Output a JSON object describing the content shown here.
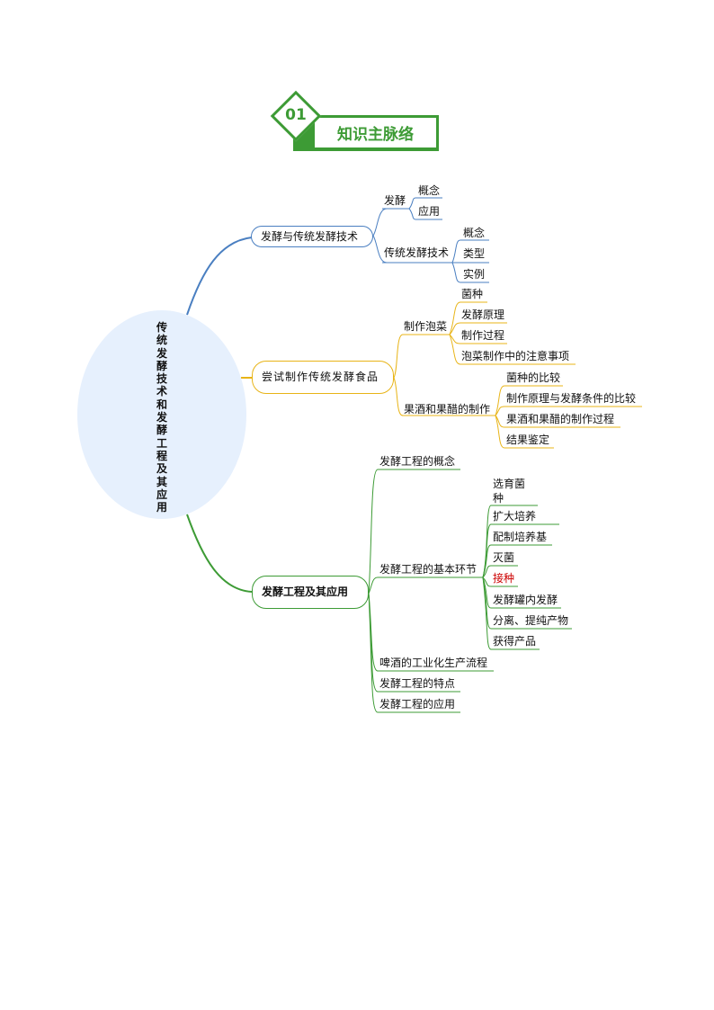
{
  "header": {
    "number": "01",
    "title": "知识主脉络"
  },
  "root": {
    "label": "传统发酵技术和发酵工程及其应用"
  },
  "branch1": {
    "label": "发酵与传统发酵技术",
    "fajiao": {
      "label": "发酵",
      "items": [
        "概念",
        "应用"
      ]
    },
    "chuantong": {
      "label": "传统发酵技术",
      "items": [
        "概念",
        "类型",
        "实例"
      ]
    }
  },
  "branch2": {
    "label": "尝试制作传统发酵食品",
    "paocai": {
      "label": "制作泡菜",
      "items": [
        "菌种",
        "发酵原理",
        "制作过程",
        "泡菜制作中的注意事项"
      ]
    },
    "guojiu": {
      "label": "果酒和果醋的制作",
      "items": [
        "菌种的比较",
        "制作原理与发酵条件的比较",
        "果酒和果醋的制作过程",
        "结果鉴定"
      ]
    }
  },
  "branch3": {
    "label": "发酵工程及其应用",
    "concept": "发酵工程的概念",
    "basic": {
      "label": "发酵工程的基本环节",
      "items": [
        "选育菌种",
        "扩大培养",
        "配制培养基",
        "灭菌",
        "接种",
        "发酵罐内发酵",
        "分离、提纯产物",
        "获得产品"
      ]
    },
    "beer": "啤酒的工业化生产流程",
    "features": "发酵工程的特点",
    "application": "发酵工程的应用"
  },
  "colors": {
    "blue": "#4a7fc1",
    "gold": "#e8b417",
    "green": "#3d9b35",
    "highlight": "#cc0000"
  }
}
